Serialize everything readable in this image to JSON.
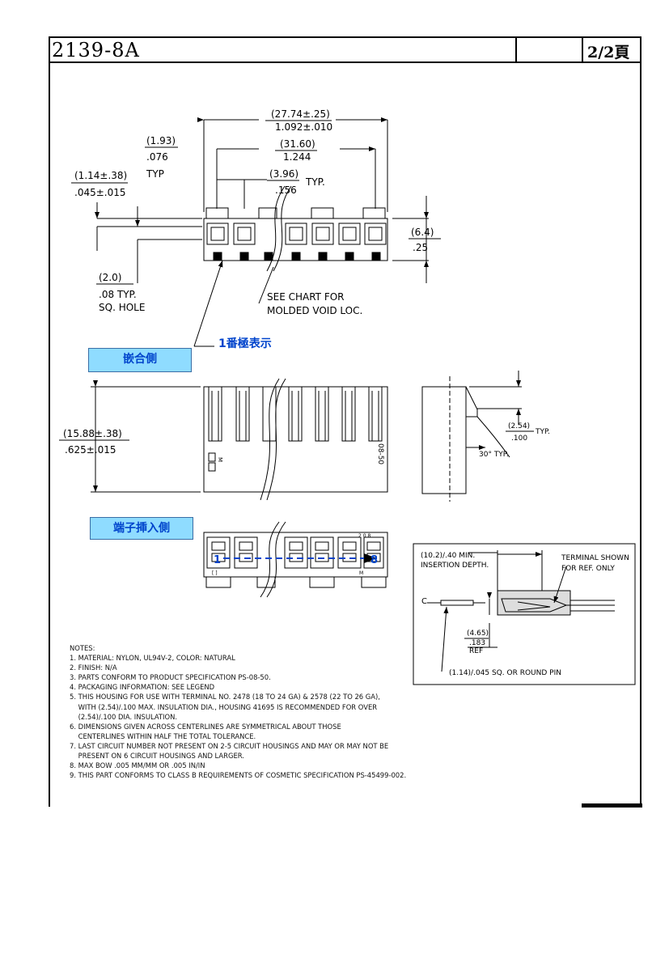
{
  "header": {
    "title": "2139-8A",
    "page": "2/2頁"
  },
  "labels": {
    "mating_side": "嵌合側",
    "terminal_insert_side": "端子挿入側",
    "pin1_mark": "1番極表示"
  },
  "dimensions": {
    "overall_mm": "(27.74±.25)",
    "overall_in": "1.092±.010",
    "pitch_total_mm": "(31.60)",
    "pitch_total_in": "1.244",
    "edge_mm": "(1.93)",
    "edge_in": ".076",
    "edge_typ": "TYP",
    "pitch_mm": "(3.96)",
    "pitch_in": ".156",
    "pitch_typ": "TYP.",
    "offset_mm": "(1.14±.38)",
    "offset_in": ".045±.015",
    "depth_mm": "(6.4)",
    "depth_in": ".25",
    "hole_mm": "(2.0)",
    "hole_in": ".08 TYP.",
    "hole_type": "SQ. HOLE",
    "see_chart_1": "SEE CHART FOR",
    "see_chart_2": "MOLDED VOID LOC.",
    "height_mm": "(15.88±.38)",
    "height_in": ".625±.015",
    "side_mm": "(2.54)",
    "side_in": ".100",
    "side_typ": "TYP.",
    "angle": "30° TYP.",
    "mark_08_50": "08-50",
    "side_mark": "M",
    "rear_num": "2 0 8",
    "rear_box_left": "[ ]",
    "rear_box_right": "M"
  },
  "rear_view": {
    "start": "1",
    "end": "8"
  },
  "insertion_detail": {
    "min_depth_1": "(10.2)/.40 MIN.",
    "min_depth_2": "INSERTION DEPTH.",
    "terminal_1": "TERMINAL SHOWN",
    "terminal_2": "FOR REF. ONLY",
    "cl": "C",
    "ref_mm": "(4.65)",
    "ref_in": ".183",
    "ref_label": "REF",
    "pin": "(1.14)/.045 SQ. OR ROUND PIN"
  },
  "notes": [
    "NOTES:",
    "1. MATERIAL: NYLON, UL94V-2, COLOR: NATURAL",
    "2. FINISH: N/A",
    "3. PARTS CONFORM TO PRODUCT SPECIFICATION PS-08-50.",
    "4. PACKAGING INFORMATION: SEE LEGEND",
    "5. THIS HOUSING FOR USE WITH TERMINAL NO. 2478 (18 TO 24 GA) & 2578 (22 TO 26 GA),",
    "    WITH (2.54)/.100 MAX. INSULATION DIA., HOUSING 41695 IS RECOMMENDED FOR OVER",
    "    (2.54)/.100 DIA. INSULATION.",
    "6. DIMENSIONS GIVEN ACROSS CENTERLINES ARE SYMMETRICAL ABOUT THOSE",
    "    CENTERLINES WITHIN HALF THE TOTAL TOLERANCE.",
    "7. LAST CIRCUIT NUMBER NOT PRESENT ON 2-5 CIRCUIT HOUSINGS AND MAY OR MAY NOT BE",
    "    PRESENT ON 6 CIRCUIT HOUSINGS AND LARGER.",
    "8. MAX BOW .005 MM/MM OR .005 IN/IN",
    "9. THIS PART CONFORMS TO CLASS B REQUIREMENTS OF COSMETIC SPECIFICATION PS-45499-002."
  ],
  "colors": {
    "label_bg": "#8fdcff",
    "label_text": "#0044cc"
  }
}
